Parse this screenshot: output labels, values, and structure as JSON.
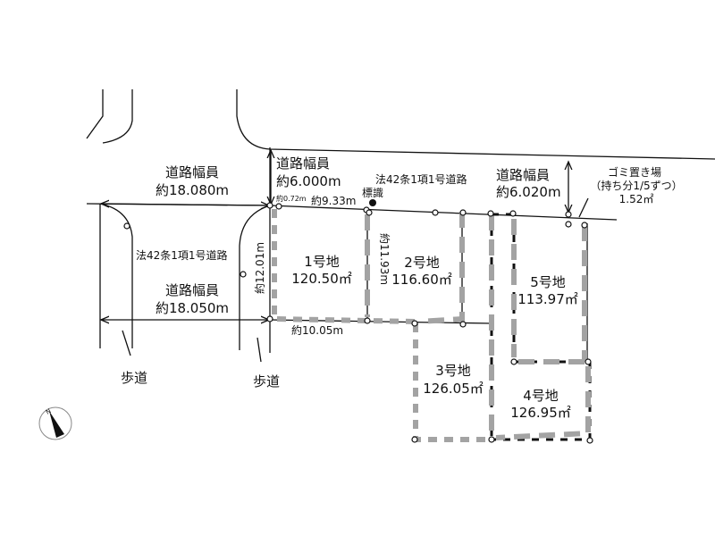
{
  "roads": {
    "north_side_road": {
      "label": "道路幅員",
      "width": "約6.000m"
    },
    "north_east_road": {
      "label": "道路幅員",
      "width": "約6.020m"
    },
    "west_road_top": {
      "label": "道路幅員",
      "width": "約18.080m"
    },
    "west_road_bottom": {
      "label": "道路幅員",
      "width": "約18.050m"
    },
    "north_road_type": "法42条1項1号道路",
    "west_road_type": "法42条1項1号道路",
    "sidewalk_left": "歩道",
    "sidewalk_right": "歩道"
  },
  "marker": {
    "label": "標識"
  },
  "garbage": {
    "title": "ゴミ置き場",
    "share": "（持ち分1/5ずつ）",
    "area": "1.52㎡"
  },
  "dimensions": {
    "corner_cut": "約0.72m",
    "frontage_1": "約9.33m",
    "depth_1_west": "約12.01m",
    "depth_1_east": "約11.93m",
    "bottom_1": "約10.05m"
  },
  "lots": [
    {
      "name": "1号地",
      "area": "120.50㎡"
    },
    {
      "name": "2号地",
      "area": "116.60㎡"
    },
    {
      "name": "3号地",
      "area": "126.05㎡"
    },
    {
      "name": "4号地",
      "area": "126.95㎡"
    },
    {
      "name": "5号地",
      "area": "113.97㎡"
    }
  ],
  "compass": {
    "label": "N"
  }
}
